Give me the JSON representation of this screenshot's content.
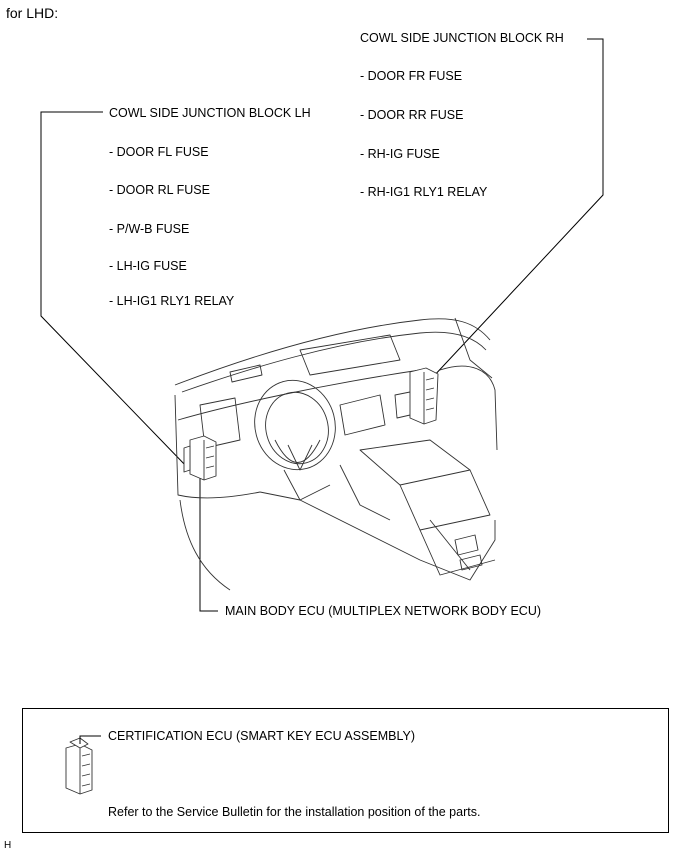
{
  "heading": "for LHD:",
  "rh_block": {
    "title": "COWL SIDE JUNCTION BLOCK RH",
    "items": [
      "- DOOR FR FUSE",
      "- DOOR RR FUSE",
      "- RH-IG FUSE",
      "- RH-IG1 RLY1 RELAY"
    ]
  },
  "lh_block": {
    "title": "COWL SIDE JUNCTION BLOCK LH",
    "items": [
      "- DOOR FL FUSE",
      "- DOOR RL FUSE",
      "- P/W-B FUSE",
      "- LH-IG FUSE",
      "- LH-IG1 RLY1 RELAY"
    ]
  },
  "main_ecu_label": "MAIN BODY ECU (MULTIPLEX NETWORK BODY ECU)",
  "note_box": {
    "cert_label": "CERTIFICATION ECU (SMART KEY ECU ASSEMBLY)",
    "note": "Refer to the Service Bulletin for the installation position of the parts."
  },
  "figure_code": "H"
}
